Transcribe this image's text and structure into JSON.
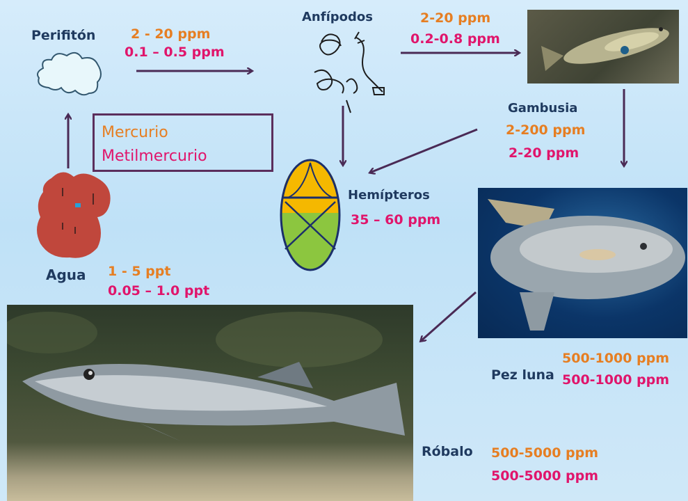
{
  "colors": {
    "mercurio": "#e67e22",
    "metilmercurio": "#e0156b",
    "names": "#1f3a5f",
    "arrow": "#4a2a55"
  },
  "legend": {
    "mercurio": "Mercurio",
    "metilmercurio": "Metilmercurio"
  },
  "nodes": {
    "perifiton": {
      "name": "Perifitón",
      "hg": "2 - 20 ppm",
      "mehg": "0.1 – 0.5 ppm"
    },
    "anfipodos": {
      "name": "Anfípodos",
      "hg": "2-20 ppm",
      "mehg": "0.2-0.8 ppm"
    },
    "gambusia": {
      "name": "Gambusia",
      "hg": "2-200 ppm",
      "mehg": "2-20 ppm"
    },
    "hemipteros": {
      "name": "Hemípteros",
      "mehg": "35 – 60 ppm"
    },
    "agua": {
      "name": "Agua",
      "hg": "1 - 5 ppt",
      "mehg": "0.05 – 1.0 ppt"
    },
    "pezluna": {
      "name": "Pez luna",
      "hg": "500-1000 ppm",
      "mehg": "500-1000 ppm"
    },
    "robalo": {
      "name": "Róbalo",
      "hg": "500-5000 ppm",
      "mehg": "500-5000 ppm"
    }
  },
  "icons": [
    "perifiton-blob-icon",
    "amphipod-sketch-icon",
    "water-drop-icon",
    "hemipteran-insect-icon",
    "gambusia-photo",
    "sunfish-photo",
    "seabass-photo"
  ]
}
